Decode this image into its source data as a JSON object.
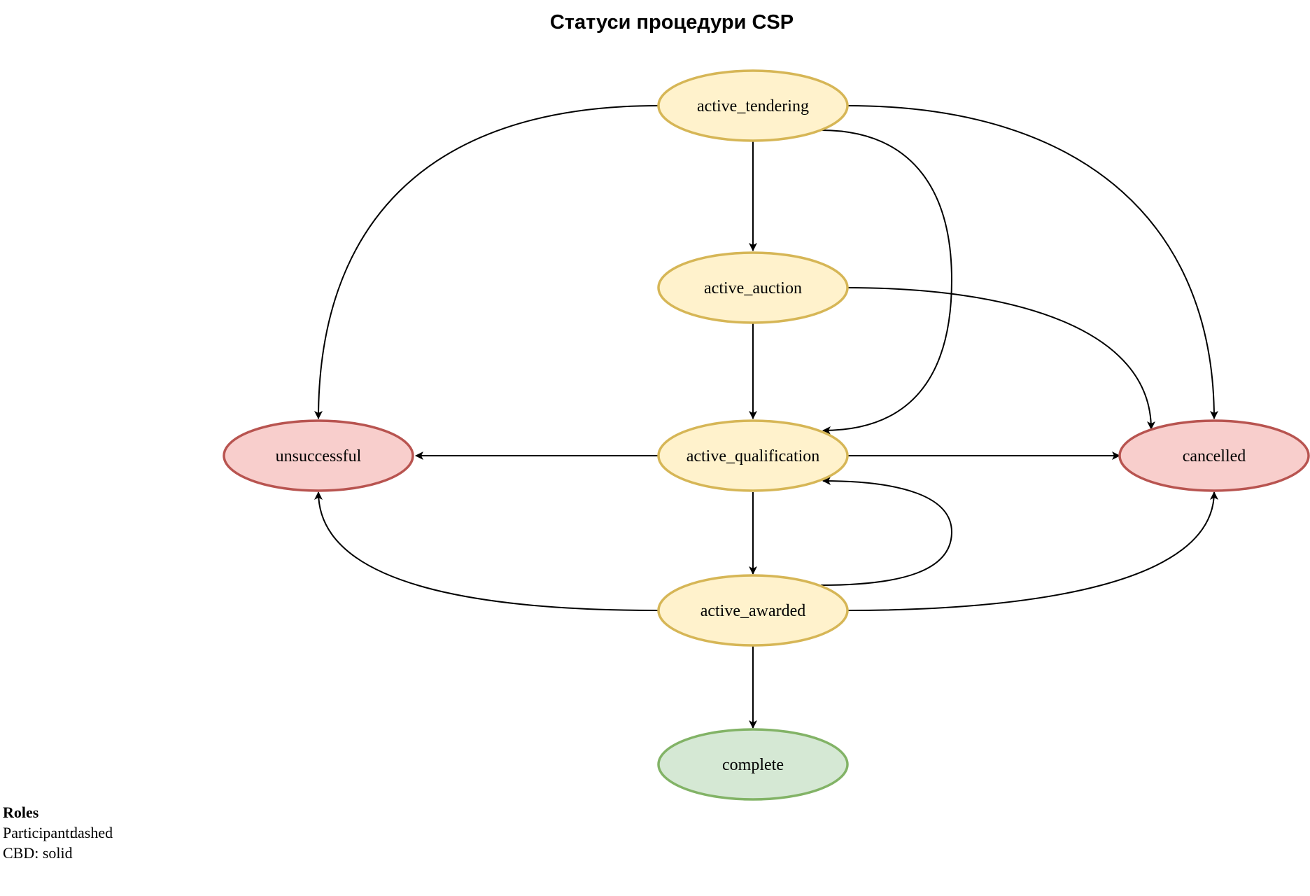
{
  "title": "Статуси процедури CSP",
  "nodes": {
    "active_tendering": {
      "label": "active_tendering",
      "fill": "#fff2cc",
      "stroke": "#d6b656"
    },
    "active_auction": {
      "label": "active_auction",
      "fill": "#fff2cc",
      "stroke": "#d6b656"
    },
    "active_qualification": {
      "label": "active_qualification",
      "fill": "#fff2cc",
      "stroke": "#d6b656"
    },
    "active_awarded": {
      "label": "active_awarded",
      "fill": "#fff2cc",
      "stroke": "#d6b656"
    },
    "unsuccessful": {
      "label": "unsuccessful",
      "fill": "#f8cecc",
      "stroke": "#b85450"
    },
    "cancelled": {
      "label": "cancelled",
      "fill": "#f8cecc",
      "stroke": "#b85450"
    },
    "complete": {
      "label": "complete",
      "fill": "#d5e8d4",
      "stroke": "#82b366"
    }
  },
  "edges": [
    {
      "from": "active_tendering",
      "to": "active_auction"
    },
    {
      "from": "active_tendering",
      "to": "active_qualification"
    },
    {
      "from": "active_tendering",
      "to": "unsuccessful"
    },
    {
      "from": "active_tendering",
      "to": "cancelled"
    },
    {
      "from": "active_auction",
      "to": "active_qualification"
    },
    {
      "from": "active_auction",
      "to": "cancelled"
    },
    {
      "from": "active_qualification",
      "to": "unsuccessful"
    },
    {
      "from": "active_qualification",
      "to": "cancelled"
    },
    {
      "from": "active_qualification",
      "to": "active_awarded"
    },
    {
      "from": "active_awarded",
      "to": "active_qualification"
    },
    {
      "from": "active_awarded",
      "to": "unsuccessful"
    },
    {
      "from": "active_awarded",
      "to": "cancelled"
    },
    {
      "from": "active_awarded",
      "to": "complete"
    }
  ],
  "legend": {
    "heading": "Roles",
    "participant_label": "Participant:",
    "participant_style": "dashed",
    "cbd": "CBD: solid"
  }
}
